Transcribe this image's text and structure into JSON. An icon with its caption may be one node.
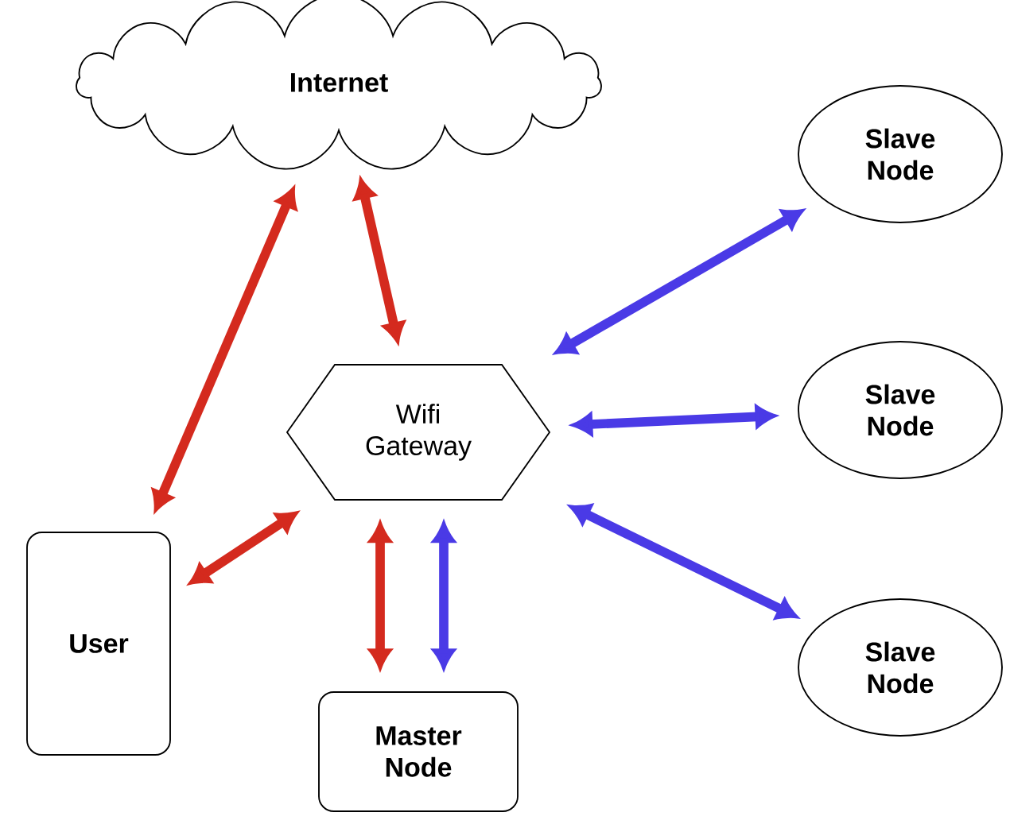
{
  "diagram": {
    "nodes": [
      {
        "text": [
          "Internet"
        ]
      },
      {
        "text": [
          "Wifi Gateway"
        ]
      },
      {
        "text": [
          "Slave Node"
        ]
      },
      {
        "text": [
          "Slave Node"
        ]
      },
      {
        "text": [
          "Slave Node"
        ]
      },
      {
        "text": [
          "User"
        ]
      },
      {
        "text": [
          "Master Node"
        ]
      }
    ],
    "edges": [
      {
        "from": 0,
        "to": 5,
        "arrow": "both",
        "color": "#d42a1e"
      },
      {
        "from": 0,
        "to": 1,
        "arrow": "both",
        "color": "#d42a1e"
      },
      {
        "from": 1,
        "to": 5,
        "arrow": "both",
        "color": "#d42a1e"
      },
      {
        "from": 1,
        "to": 6,
        "arrow": "both",
        "color": "#d42a1e"
      },
      {
        "from": 1,
        "to": 6,
        "arrow": "both",
        "color": "#4a3ae6"
      },
      {
        "from": 1,
        "to": 2,
        "arrow": "both",
        "color": "#4a3ae6"
      },
      {
        "from": 1,
        "to": 3,
        "arrow": "both",
        "color": "#4a3ae6"
      },
      {
        "from": 1,
        "to": 4,
        "arrow": "both",
        "color": "#4a3ae6"
      }
    ]
  }
}
